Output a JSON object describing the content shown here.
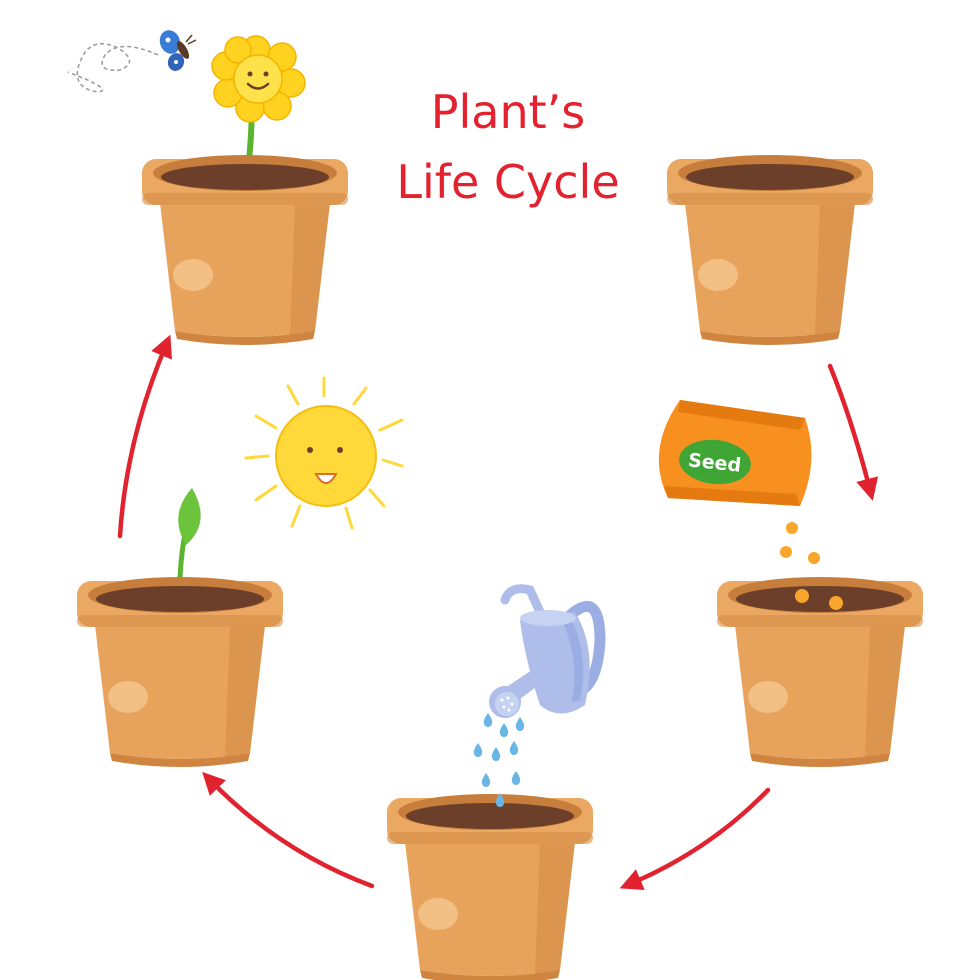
{
  "title": {
    "line1": "Plant’s",
    "line2": "Life Cycle"
  },
  "seed_bag": {
    "label": "Seed"
  },
  "colors": {
    "title": "#e4212f",
    "arrow": "#e0232e",
    "pot": "#e7a35c",
    "soil": "#6b3f2a",
    "leaf": "#5cb531",
    "petal": "#ffd21f",
    "seed_bag": "#f7901e",
    "seed_label": "#3fa535",
    "sun": "#ffd83a",
    "watering_can": "#aebde9",
    "water_drop": "#69b6e6"
  },
  "icons": [
    "butterfly-icon",
    "flower-icon",
    "sun-icon",
    "seed-bag-icon",
    "watering-can-icon",
    "sprout-icon",
    "arrow-icon"
  ]
}
